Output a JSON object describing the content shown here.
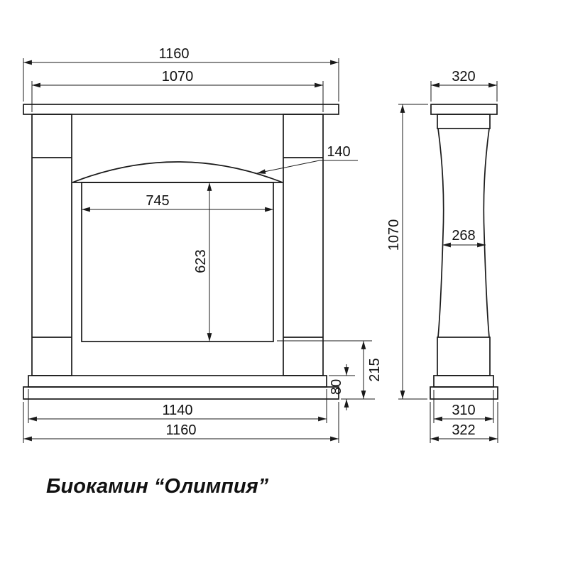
{
  "title": "Биокамин “Олимпия”",
  "front_view": {
    "top_width": "1160",
    "shelf_width": "1070",
    "arch_height": "140",
    "opening_width": "745",
    "opening_height": "623",
    "hearth_height": "215",
    "base_height": "80",
    "base_width": "1140",
    "overall_width": "1160"
  },
  "side_view": {
    "top_depth": "320",
    "overall_height": "1070",
    "column_depth": "268",
    "base_depth": "310",
    "overall_depth": "322"
  }
}
